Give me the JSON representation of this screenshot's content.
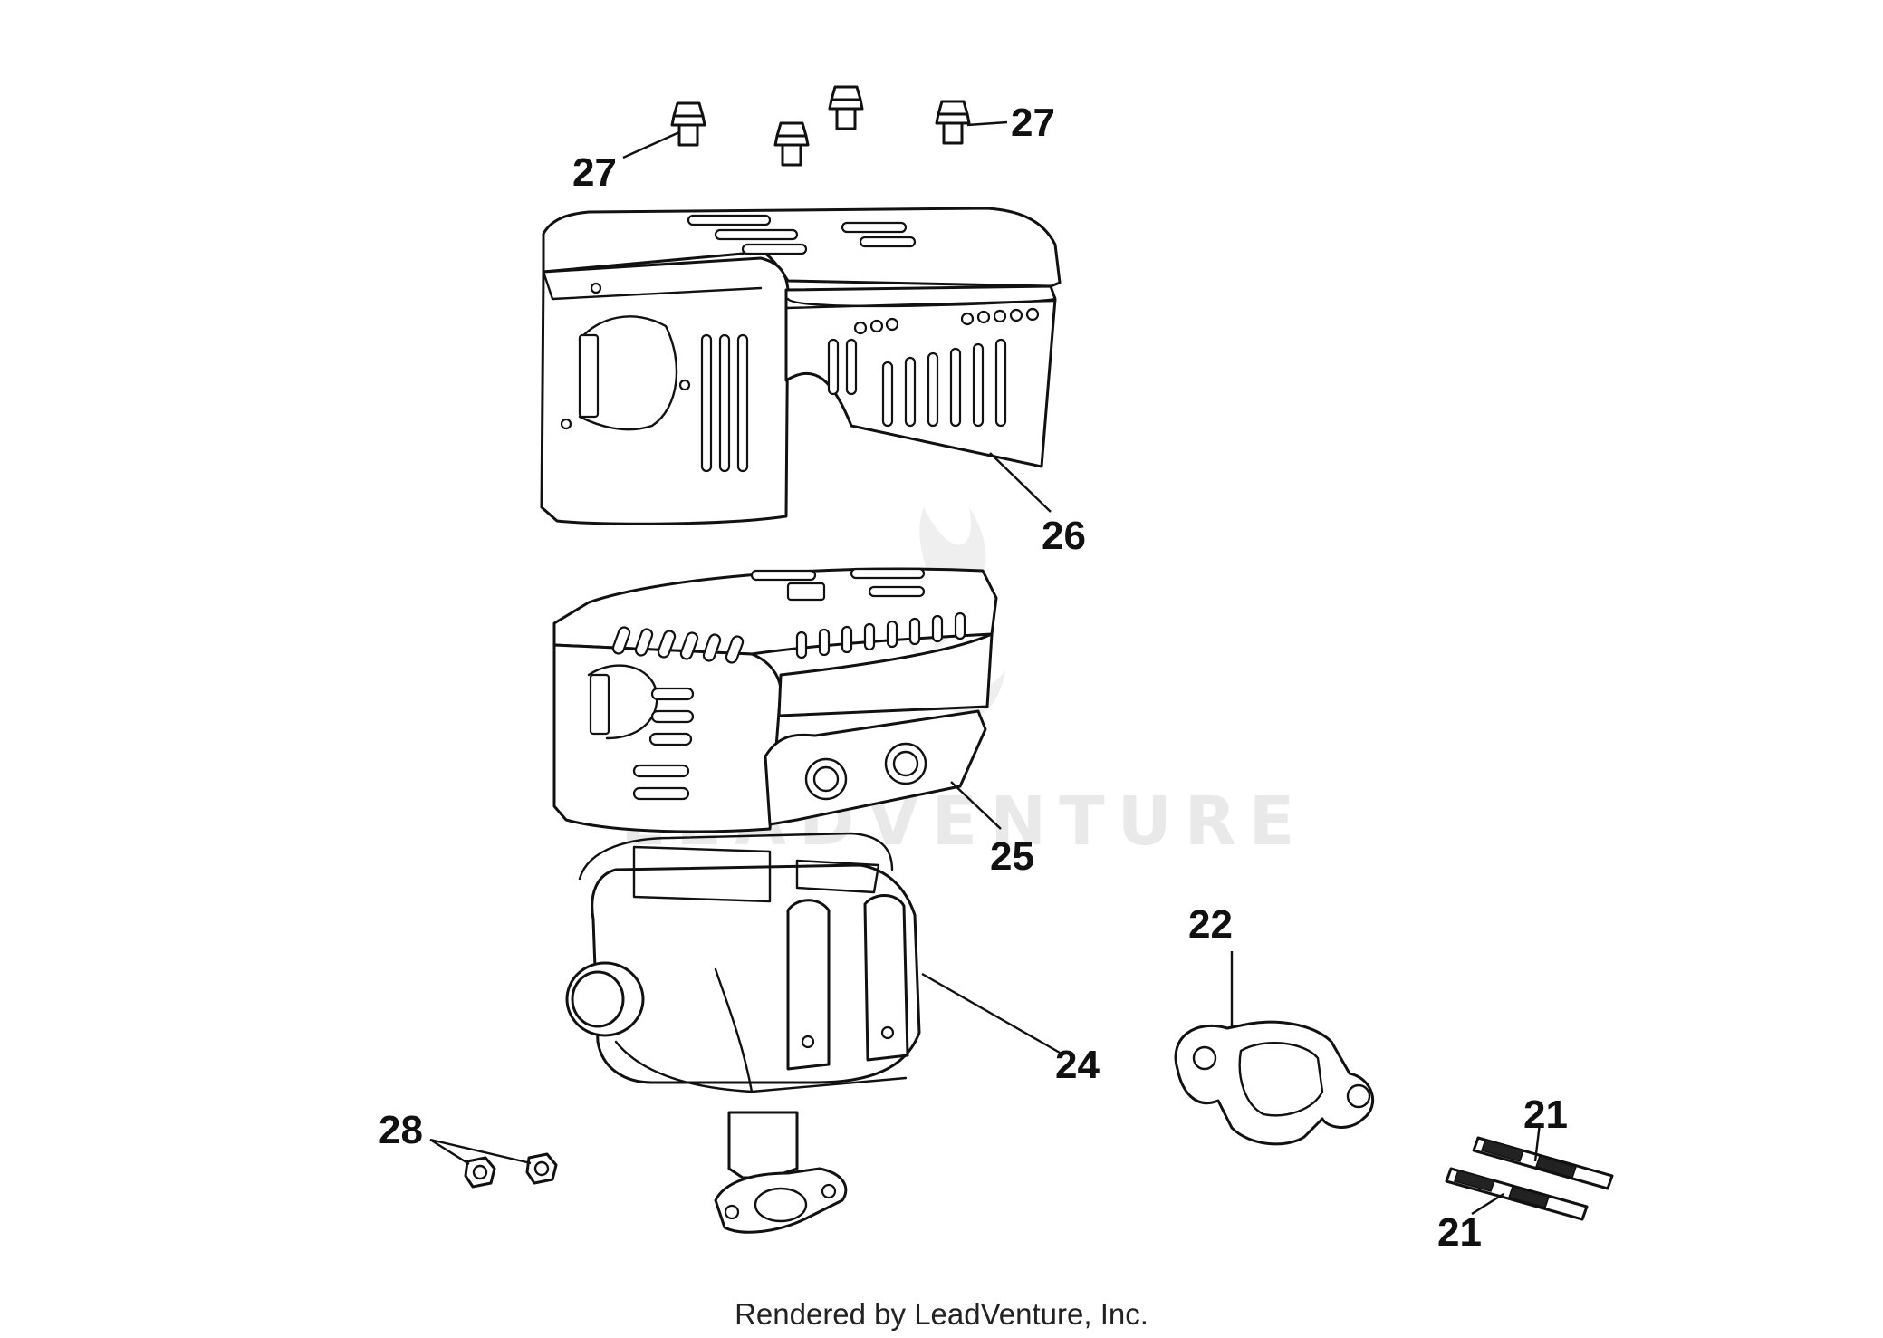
{
  "watermark": {
    "text": "LEADVENTURE"
  },
  "callouts": {
    "c21a": "21",
    "c21b": "21",
    "c22": "22",
    "c24": "24",
    "c25": "25",
    "c26": "26",
    "c27a": "27",
    "c27b": "27",
    "c28": "28"
  },
  "footer": {
    "credit": "Rendered by LeadVenture, Inc."
  }
}
